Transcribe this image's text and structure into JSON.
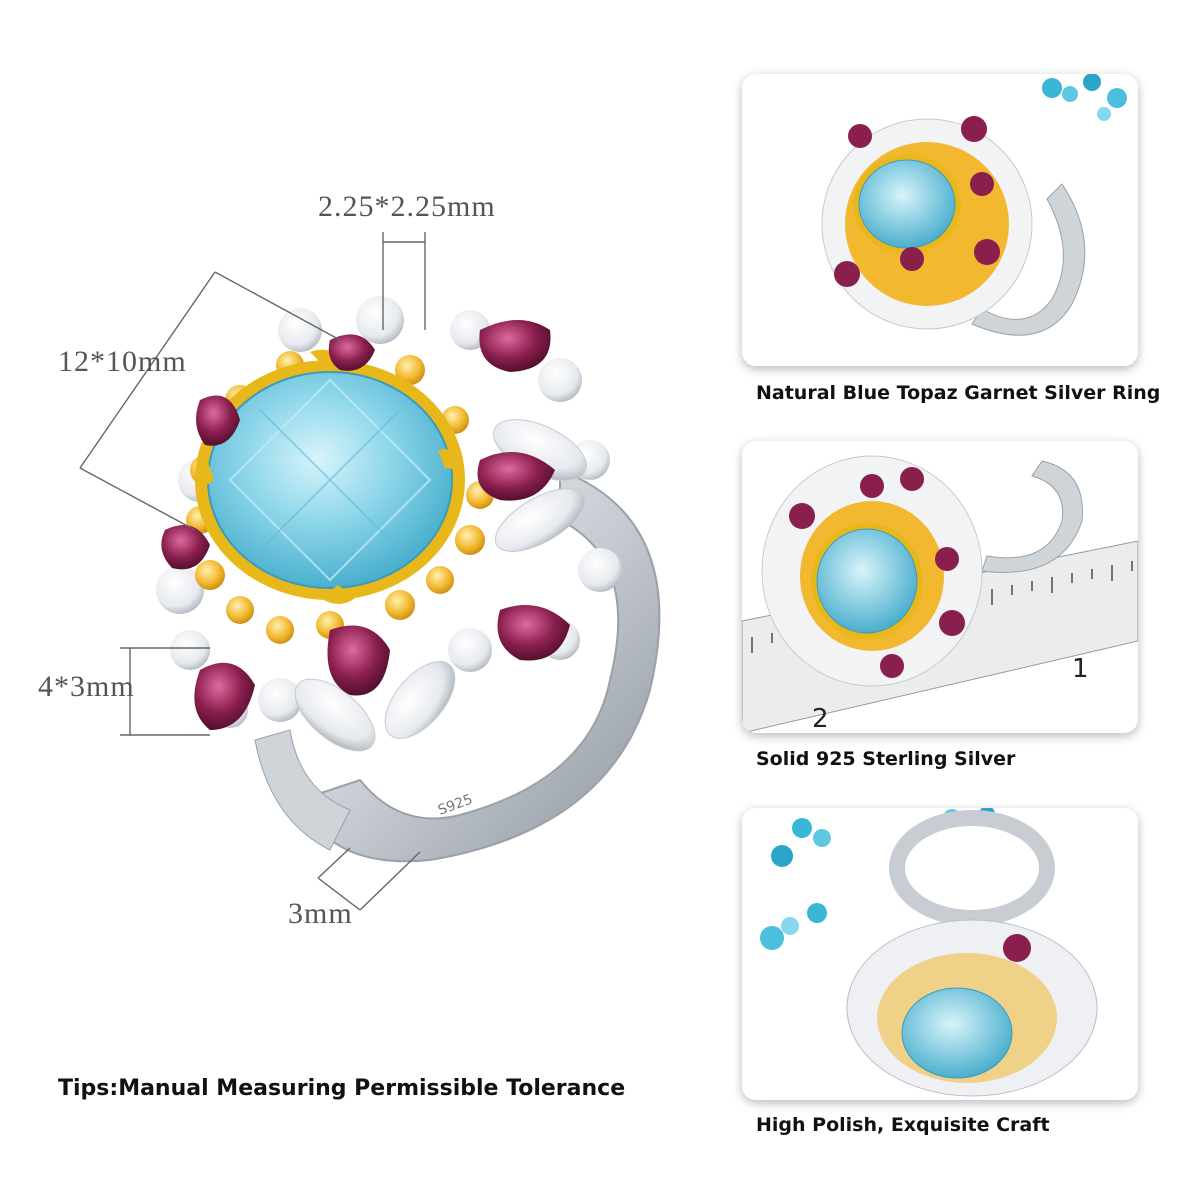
{
  "dimensions": {
    "side_stone": "2.25*2.25mm",
    "center_stone": "12*10mm",
    "pear_stone": "4*3mm",
    "band_width": "3mm"
  },
  "band_stamp": "S925",
  "tips": "Tips:Manual Measuring Permissible Tolerance",
  "panels": [
    {
      "caption": "Natural Blue Topaz Garnet Silver Ring"
    },
    {
      "caption": "Solid 925 Sterling Silver",
      "ruler_numbers": [
        "2",
        "1"
      ]
    },
    {
      "caption": "High Polish, Exquisite Craft"
    }
  ],
  "colors": {
    "topaz": "#7fd0e6",
    "garnet": "#8a1f4e",
    "citrine": "#f2b830",
    "gold": "#e8b81a",
    "silver": "#d9dde2",
    "dimension_line": "#666666"
  }
}
